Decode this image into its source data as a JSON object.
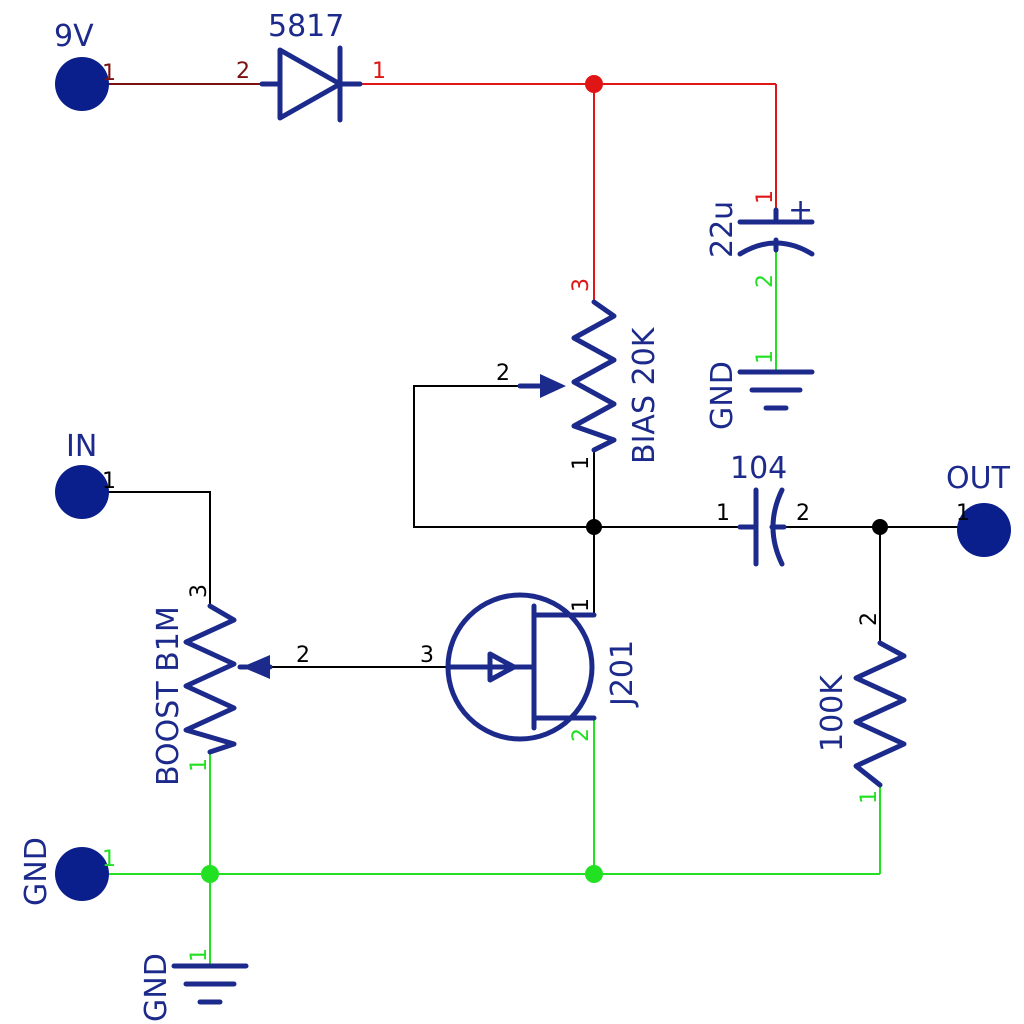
{
  "colors": {
    "net_red": "#e01515",
    "net_dark": "#7a1010",
    "net_green": "#22e022",
    "net_black": "#000000",
    "symbol": "#1c2a8c",
    "pad": "#0a1e8c"
  },
  "labels": {
    "in_9v": "9V",
    "in_signal": "IN",
    "out": "OUT",
    "gnd_pad": "GND",
    "gnd_bottom": "GND",
    "gnd_cap": "GND",
    "diode": "5817",
    "cap_22u": "22u",
    "cap_104": "104",
    "bias_pot": "BIAS 20K",
    "boost_pot": "BOOST B1M",
    "jfet": "J201",
    "res_100k": "100K"
  },
  "pins": {
    "pad9v_1": "1",
    "diode_2": "2",
    "diode_1": "1",
    "c22_1": "1",
    "c22_2": "2",
    "gndcap_1": "1",
    "bias_3": "3",
    "bias_2": "2",
    "bias_1": "1",
    "in_1": "1",
    "boost_3": "3",
    "boost_2": "2",
    "boost_1": "1",
    "j_1": "1",
    "j_3": "3",
    "j_2": "2",
    "c104_1": "1",
    "c104_2": "2",
    "out_1": "1",
    "r100_2": "2",
    "r100_1": "1",
    "gndpad_1": "1",
    "gndbot_1": "1"
  },
  "cap_plus": "+"
}
